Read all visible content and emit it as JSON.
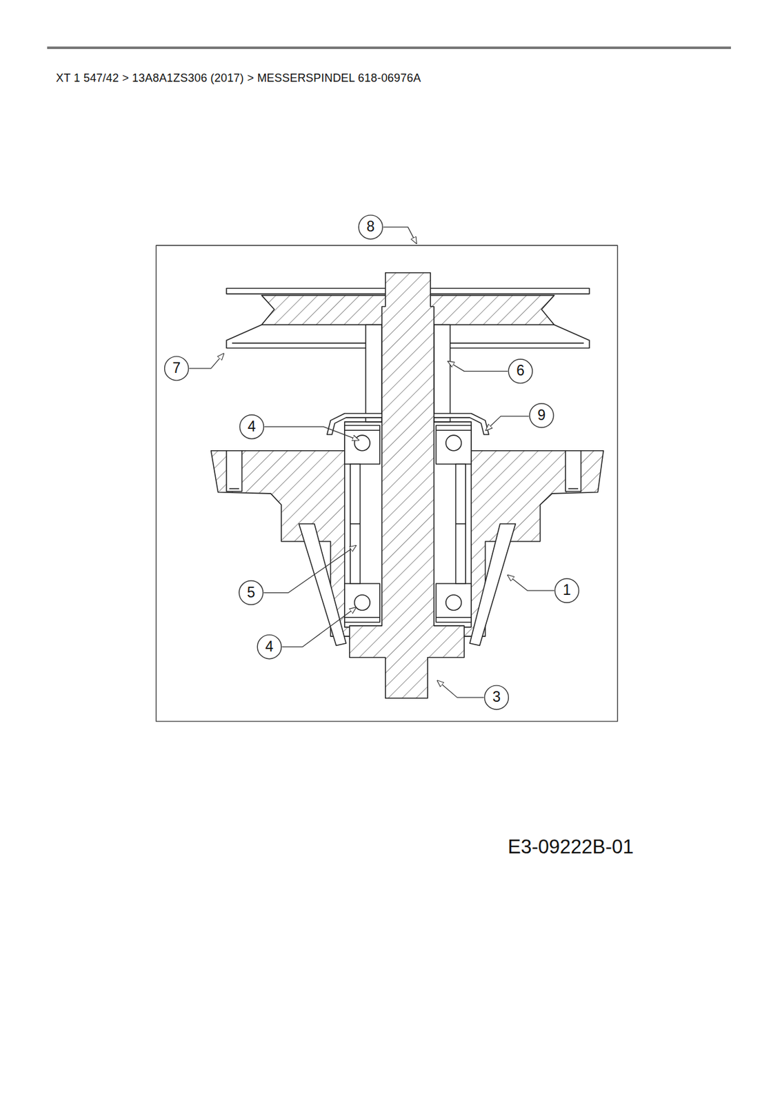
{
  "diagram": {
    "title": "XT 1 547/42  >  13A8A1ZS306 (2017)  >  MESSERSPINDEL 618-06976A",
    "labels": [
      "8",
      "7",
      "6",
      "9",
      "4",
      "1",
      "5",
      "4",
      "3",
      "E3-09222B-01"
    ]
  }
}
